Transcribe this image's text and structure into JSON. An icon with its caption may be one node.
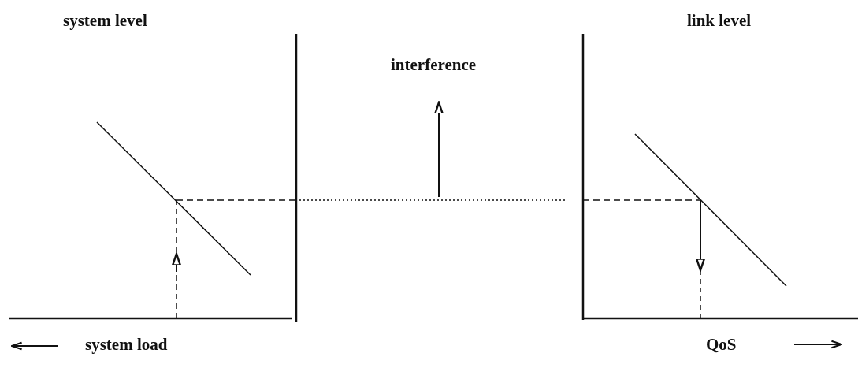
{
  "diagram": {
    "labels": [
      "system level",
      "link level",
      "interference",
      "system load",
      "QoS"
    ]
  }
}
